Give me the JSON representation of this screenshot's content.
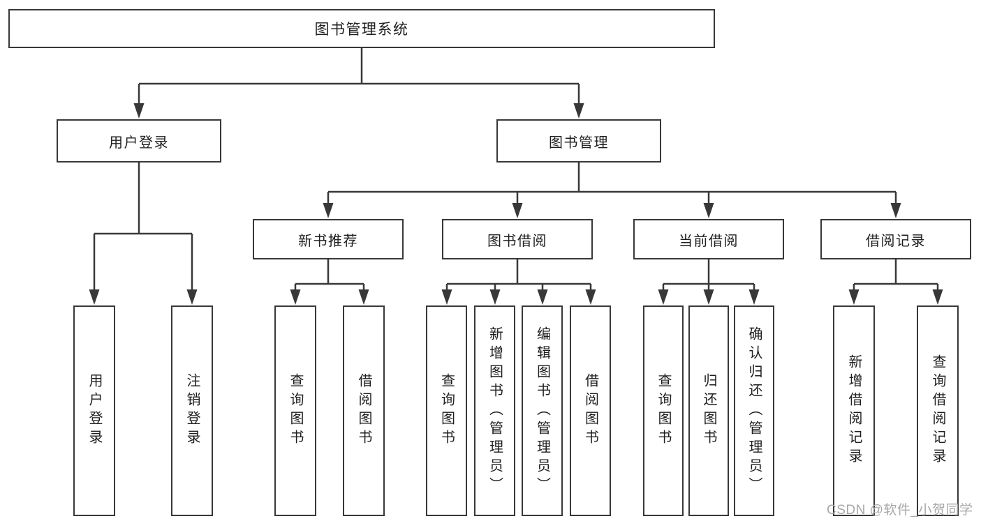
{
  "tree": {
    "root": {
      "label": "图书管理系统",
      "children": [
        {
          "label": "用户登录",
          "children": [
            {
              "label": "用户登录"
            },
            {
              "label": "注销登录"
            }
          ]
        },
        {
          "label": "图书管理",
          "children": [
            {
              "label": "新书推荐",
              "children": [
                {
                  "label": "查询图书"
                },
                {
                  "label": "借阅图书"
                }
              ]
            },
            {
              "label": "图书借阅",
              "children": [
                {
                  "label": "查询图书"
                },
                {
                  "label": "新增图书（管理员）"
                },
                {
                  "label": "编辑图书（管理员）"
                },
                {
                  "label": "借阅图书"
                }
              ]
            },
            {
              "label": "当前借阅",
              "children": [
                {
                  "label": "查询图书"
                },
                {
                  "label": "归还图书"
                },
                {
                  "label": "确认归还（管理员）"
                }
              ]
            },
            {
              "label": "借阅记录",
              "children": [
                {
                  "label": "新增借阅记录"
                },
                {
                  "label": "查询借阅记录"
                }
              ]
            }
          ]
        }
      ]
    }
  },
  "watermark": {
    "text": "CSDN @软件_小贺同学"
  },
  "colors": {
    "line": "#383838",
    "text": "#1e1e1e",
    "watermark": "#a8a8a8",
    "bg": "#ffffff"
  }
}
